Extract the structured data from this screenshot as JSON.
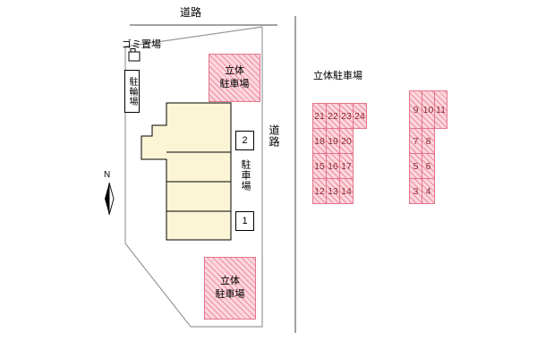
{
  "site": {
    "road_top": "道路",
    "road_right": "道路",
    "garbage_label": "ゴミ置場",
    "bicycle_label": "駐輪場",
    "parking_label": "駐車場",
    "north_label": "N",
    "tower_top": {
      "line1": "立体",
      "line2": "駐車場"
    },
    "tower_bottom": {
      "line1": "立体",
      "line2": "駐車場"
    },
    "space2": "2",
    "space1": "1"
  },
  "parking_grids": {
    "title": "立体駐車場",
    "left_rows": [
      [
        "21",
        "22",
        "23",
        "24"
      ],
      [
        "18",
        "19",
        "20"
      ],
      [
        "15",
        "16",
        "17"
      ],
      [
        "12",
        "13",
        "14"
      ]
    ],
    "right_rows": [
      [
        "9",
        "10",
        "11"
      ],
      [
        "7",
        "8"
      ],
      [
        "5",
        "6"
      ],
      [
        "3",
        "4"
      ]
    ]
  },
  "colors": {
    "parking_fill": "#fcd7de",
    "parking_hatch": "#ef8ba0",
    "parking_border": "#e4758a",
    "parking_number": "#8a2a33",
    "building_fill": "#fbf5d5"
  }
}
